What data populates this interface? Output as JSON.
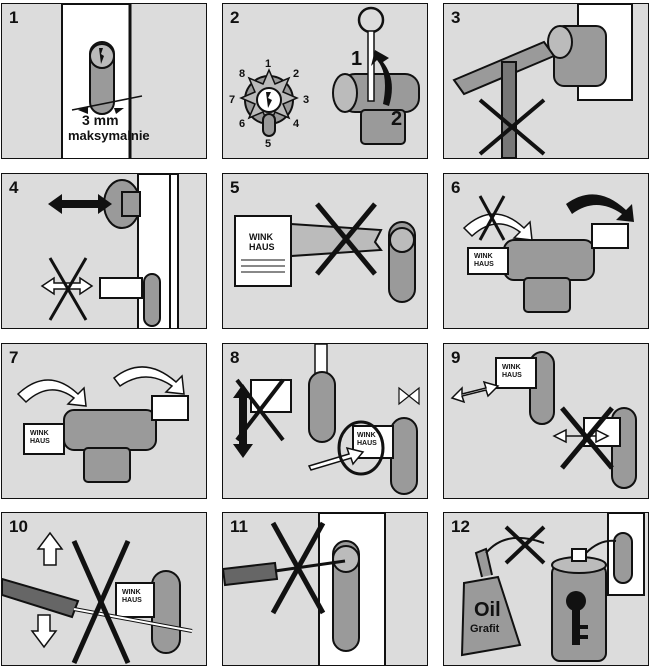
{
  "panels": [
    {
      "number": "1",
      "text": {
        "measure": "3 mm",
        "caption": "maksymalnie"
      }
    },
    {
      "number": "2",
      "text": {
        "dial": [
          "1",
          "2",
          "3",
          "4",
          "5",
          "6",
          "7",
          "8"
        ],
        "steps": [
          "1",
          "2"
        ]
      }
    },
    {
      "number": "3"
    },
    {
      "number": "4"
    },
    {
      "number": "5",
      "text": {
        "brand": "WINK HAUS"
      }
    },
    {
      "number": "6",
      "text": {
        "brand": "WINK HAUS"
      }
    },
    {
      "number": "7",
      "text": {
        "brand": "WINK HAUS"
      }
    },
    {
      "number": "8",
      "text": {
        "brand": "WINK HAUS"
      }
    },
    {
      "number": "9",
      "text": {
        "brand": "WINK HAUS"
      }
    },
    {
      "number": "10",
      "text": {
        "brand": "WINK HAUS"
      }
    },
    {
      "number": "11"
    },
    {
      "number": "12",
      "text": {
        "oil": "Oil",
        "graphite": "Grafit"
      }
    }
  ],
  "colors": {
    "panel_bg": "#dcdcdc",
    "ink": "#111111",
    "metal": "#9a9a9a",
    "white": "#ffffff"
  },
  "icons": [
    "cylinder-lock-icon",
    "key-icon",
    "hammer-icon",
    "cross-icon",
    "arrow-icon",
    "screwdriver-icon",
    "oil-can-icon",
    "spray-can-icon"
  ]
}
